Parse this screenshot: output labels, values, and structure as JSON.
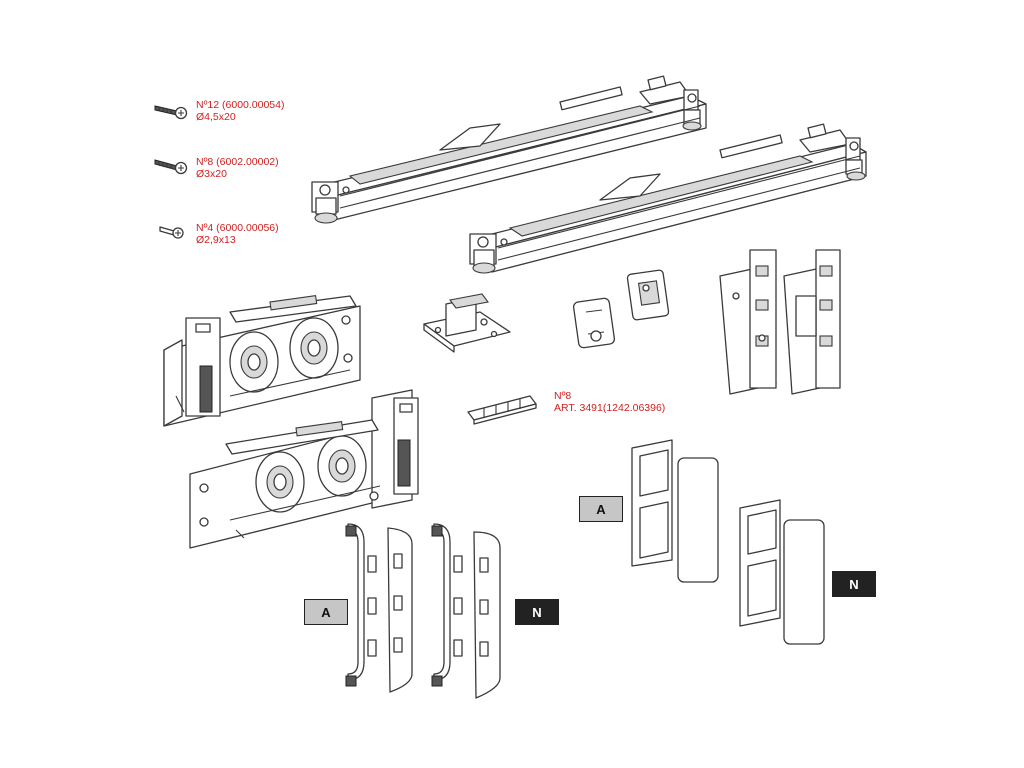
{
  "labels": {
    "screw_12": {
      "line1": "Nº12 (6000.00054)",
      "line2": "Ø4,5x20"
    },
    "screw_8": {
      "line1": "Nº8 (6002.00002)",
      "line2": "Ø3x20"
    },
    "screw_4": {
      "line1": "Nº4 (6000.00056)",
      "line2": "Ø2,9x13"
    },
    "clip": {
      "line1": "Nº8",
      "line2": "ART. 3491(1242.06396)"
    }
  },
  "badges": {
    "left_a": "A",
    "left_n": "N",
    "right_a": "A",
    "right_n": "N"
  },
  "colors": {
    "label_text": "#d42020",
    "badge_light": "#c6c6c6",
    "badge_dark": "#222222",
    "line_art": "#3a3a3a"
  }
}
